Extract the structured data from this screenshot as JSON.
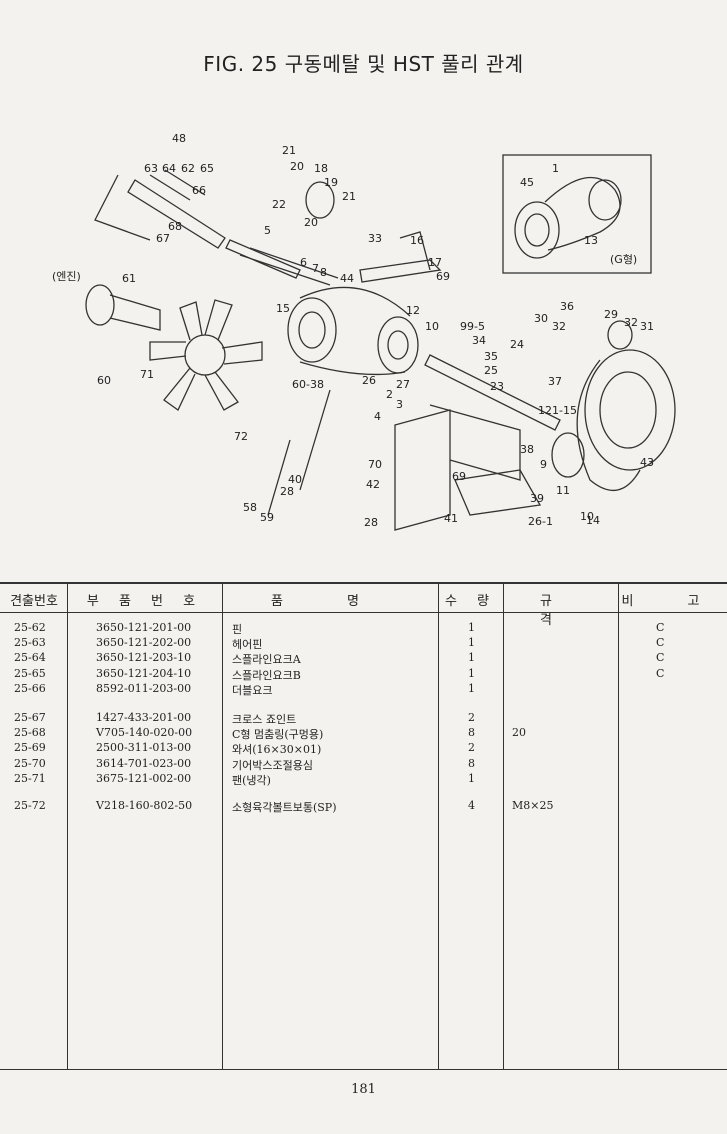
{
  "page": {
    "title": "FIG. 25 구동메탈 및 HST 풀리 관계",
    "page_number": "181"
  },
  "diagram": {
    "engine_label": "(엔진)",
    "inset_label": "(G형)",
    "callouts": [
      "48",
      "63",
      "64",
      "62",
      "65",
      "66",
      "68",
      "67",
      "61",
      "60",
      "71",
      "72",
      "5",
      "21",
      "20",
      "18",
      "19",
      "22",
      "21",
      "20",
      "6",
      "7",
      "8",
      "15",
      "33",
      "16",
      "17",
      "69",
      "44",
      "12",
      "10",
      "60-38",
      "26",
      "27",
      "2",
      "3",
      "4",
      "70",
      "42",
      "40",
      "28",
      "58",
      "59",
      "28",
      "41",
      "26-1",
      "39",
      "38",
      "9",
      "11",
      "14",
      "43",
      "99-5",
      "34",
      "35",
      "25",
      "24",
      "37",
      "23",
      "36",
      "29",
      "32",
      "31",
      "32",
      "30",
      "69",
      "1",
      "45",
      "13",
      "121-15",
      "10"
    ]
  },
  "table": {
    "headers": {
      "ref": "견출번호",
      "part_no": "부 품 번 호",
      "name": "품 명",
      "qty": "수 량",
      "spec": "규 격",
      "note": "비 고"
    },
    "rows": [
      {
        "ref": "25-62",
        "part_no": "3650-121-201-00",
        "name": "핀",
        "qty": "1",
        "spec": "",
        "note": "C"
      },
      {
        "ref": "25-63",
        "part_no": "3650-121-202-00",
        "name": "헤어핀",
        "qty": "1",
        "spec": "",
        "note": "C"
      },
      {
        "ref": "25-64",
        "part_no": "3650-121-203-10",
        "name": "스플라인요크A",
        "qty": "1",
        "spec": "",
        "note": "C"
      },
      {
        "ref": "25-65",
        "part_no": "3650-121-204-10",
        "name": "스플라인요크B",
        "qty": "1",
        "spec": "",
        "note": "C"
      },
      {
        "ref": "25-66",
        "part_no": "8592-011-203-00",
        "name": "더블요크",
        "qty": "1",
        "spec": "",
        "note": ""
      },
      {
        "ref": "25-67",
        "part_no": "1427-433-201-00",
        "name": "크로스 죠인트",
        "qty": "2",
        "spec": "",
        "note": ""
      },
      {
        "ref": "25-68",
        "part_no": "V705-140-020-00",
        "name": "C형 멈춤링(구멍용)",
        "qty": "8",
        "spec": "20",
        "note": ""
      },
      {
        "ref": "25-69",
        "part_no": "2500-311-013-00",
        "name": "와셔(16×30×01)",
        "qty": "2",
        "spec": "",
        "note": ""
      },
      {
        "ref": "25-70",
        "part_no": "3614-701-023-00",
        "name": "기어박스조절용심",
        "qty": "8",
        "spec": "",
        "note": ""
      },
      {
        "ref": "25-71",
        "part_no": "3675-121-002-00",
        "name": "팬(냉각)",
        "qty": "1",
        "spec": "",
        "note": ""
      },
      {
        "ref": "25-72",
        "part_no": "V218-160-802-50",
        "name": "소형육각볼트보통(SP)",
        "qty": "4",
        "spec": "M8×25",
        "note": ""
      }
    ]
  }
}
